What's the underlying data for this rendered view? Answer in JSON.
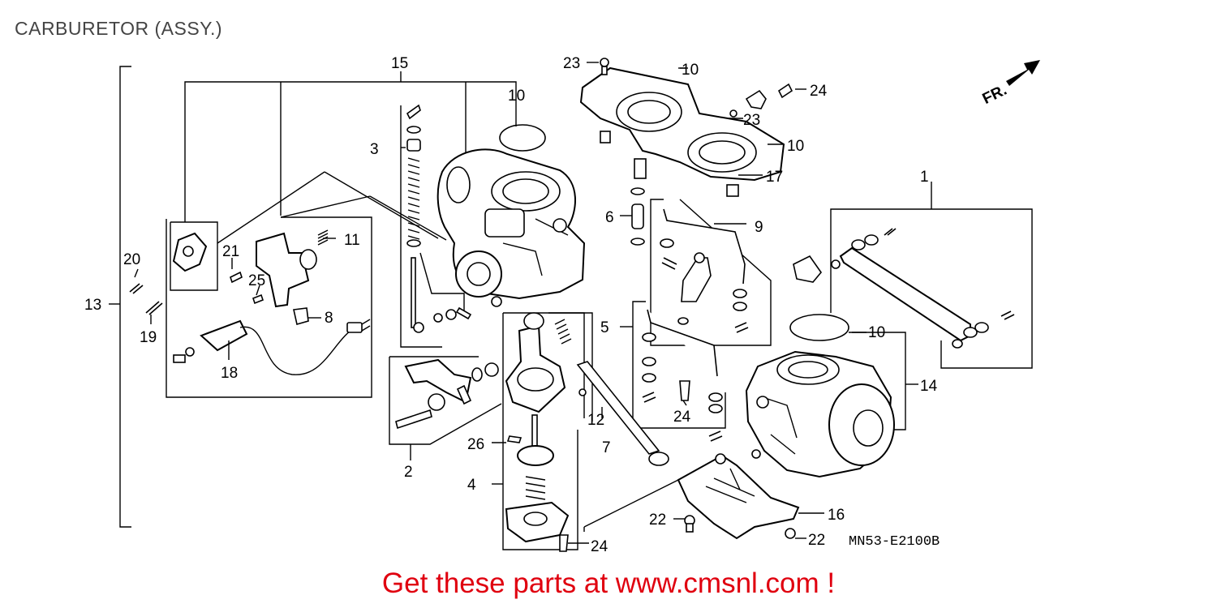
{
  "page": {
    "title": "CARBURETOR (ASSY.)",
    "promo": "Get these parts at www.cmsnl.com !",
    "diagram_code": "MN53-E2100B",
    "direction_label": "FR."
  },
  "callouts": [
    {
      "id": "c1",
      "text": "1"
    },
    {
      "id": "c2",
      "text": "2"
    },
    {
      "id": "c3",
      "text": "3"
    },
    {
      "id": "c4",
      "text": "4"
    },
    {
      "id": "c5",
      "text": "5"
    },
    {
      "id": "c6",
      "text": "6"
    },
    {
      "id": "c7",
      "text": "7"
    },
    {
      "id": "c8",
      "text": "8"
    },
    {
      "id": "c9",
      "text": "9"
    },
    {
      "id": "c10a",
      "text": "10"
    },
    {
      "id": "c10b",
      "text": "10"
    },
    {
      "id": "c10c",
      "text": "10"
    },
    {
      "id": "c10d",
      "text": "10"
    },
    {
      "id": "c11",
      "text": "11"
    },
    {
      "id": "c12",
      "text": "12"
    },
    {
      "id": "c13",
      "text": "13"
    },
    {
      "id": "c14",
      "text": "14"
    },
    {
      "id": "c15",
      "text": "15"
    },
    {
      "id": "c16",
      "text": "16"
    },
    {
      "id": "c17",
      "text": "17"
    },
    {
      "id": "c18",
      "text": "18"
    },
    {
      "id": "c19",
      "text": "19"
    },
    {
      "id": "c20",
      "text": "20"
    },
    {
      "id": "c21",
      "text": "21"
    },
    {
      "id": "c22a",
      "text": "22"
    },
    {
      "id": "c22b",
      "text": "22"
    },
    {
      "id": "c23a",
      "text": "23"
    },
    {
      "id": "c23b",
      "text": "23"
    },
    {
      "id": "c24a",
      "text": "24"
    },
    {
      "id": "c24b",
      "text": "24"
    },
    {
      "id": "c24c",
      "text": "24"
    },
    {
      "id": "c25",
      "text": "25"
    },
    {
      "id": "c26",
      "text": "26"
    }
  ],
  "colors": {
    "promo": "#e0000f",
    "title": "#444444",
    "line": "#000000"
  }
}
